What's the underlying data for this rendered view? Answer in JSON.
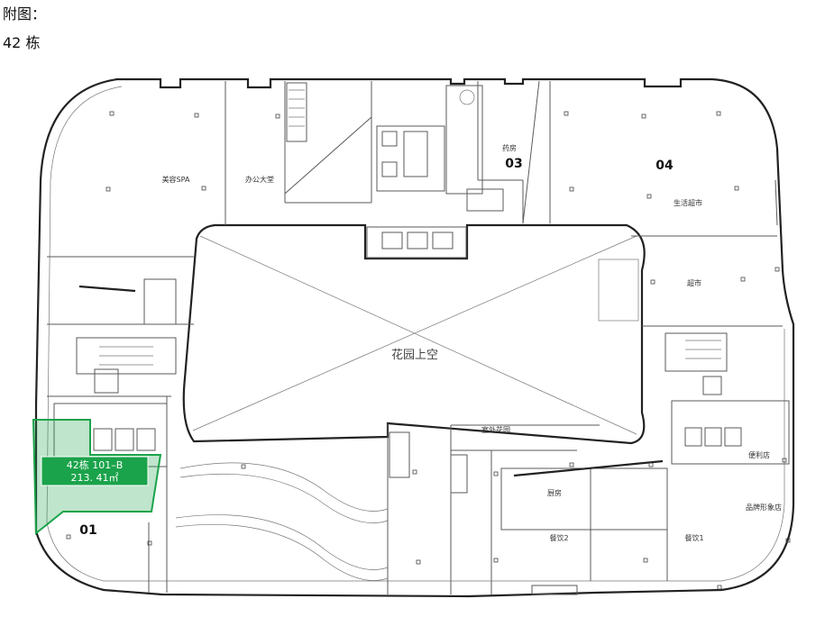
{
  "header": {
    "line1": "附图：",
    "line2": "42 栋"
  },
  "rooms": {
    "beauty_spa": "美容SPA",
    "office_lobby": "办公大堂",
    "pharmacy": "药房",
    "life_supermarket": "生活超市",
    "supermarket": "超市",
    "atrium_void": "花园上空",
    "outdoor_garden": "室外花园",
    "convenience_store": "便利店",
    "kitchen": "厨房",
    "dining1": "餐饮1",
    "dining2": "餐饮2",
    "brand_store": "品牌形象店"
  },
  "zones": {
    "z01": "01",
    "z03": "03",
    "z04": "04"
  },
  "highlight": {
    "line1": "42栋  101–B",
    "line2": "213. 41㎡",
    "color": "#1aa34a"
  }
}
